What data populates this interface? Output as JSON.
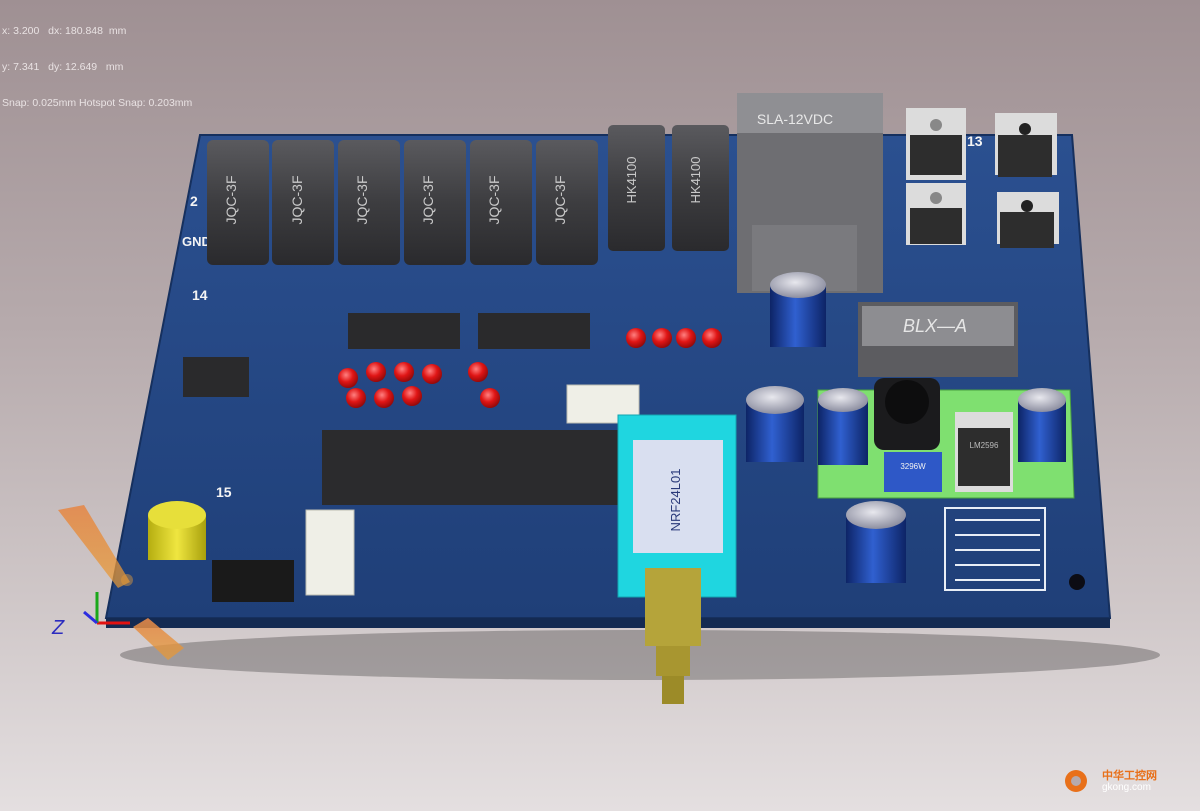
{
  "status": {
    "line1": "x: 3.200   dx: 180.848  mm",
    "line2": "y: 7.341   dy: 12.649   mm",
    "line3": "Snap: 0.025mm Hotspot Snap: 0.203mm"
  },
  "board": {
    "relay_labels": [
      "JQC-3F",
      "JQC-3F",
      "JQC-3F",
      "JQC-3F",
      "JQC-3F",
      "JQC-3F"
    ],
    "small_relay_labels": [
      "HK4100",
      "HK4100"
    ],
    "power_relay_label": "SLA-12VDC",
    "transformer_label": "BLX—A",
    "module_label": "NRF24L01",
    "silkscreen": {
      "pin_2": "2",
      "gnd": "GND",
      "num_14": "14",
      "num_15": "15",
      "num_13": "13"
    },
    "regulator_label": "LM2596",
    "pot_label": "3296W"
  },
  "axes": {
    "z_label": "Z"
  },
  "watermark": {
    "title": "中华工控网",
    "url": "gkong.com"
  },
  "colors": {
    "board": "#25477f",
    "board_edge": "#15305c",
    "relay": "#3e3e40",
    "led": "#e21a1a",
    "capacitor": "#1e3fa0",
    "module": "#1fd6e0",
    "subboard": "#7fe070",
    "sma": "#b5a43a"
  }
}
